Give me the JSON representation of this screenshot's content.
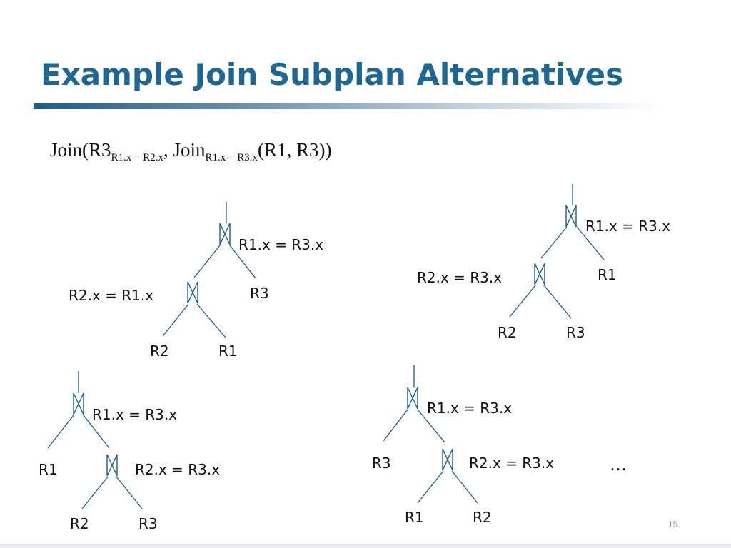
{
  "title": "Example Join Subplan Alternatives",
  "expression": {
    "p1": "Join(R3",
    "s1": "R1.x = R2.x",
    "p2": ", Join",
    "s2": "R1.x = R3.x",
    "p3": "(R1, R3))"
  },
  "trees": {
    "t1": {
      "top_pred": "R1.x = R3.x",
      "right_leaf": "R3",
      "inner_pred": "R2.x = R1.x",
      "ll": "R2",
      "lr": "R1"
    },
    "t2": {
      "top_pred": "R1.x = R3.x",
      "right_leaf": "R1",
      "inner_pred": "R2.x = R3.x",
      "ll": "R2",
      "lr": "R3"
    },
    "t3": {
      "top_pred": "R1.x = R3.x",
      "left_leaf": "R1",
      "inner_pred": "R2.x = R3.x",
      "ll": "R2",
      "lr": "R3"
    },
    "t4": {
      "top_pred": "R1.x = R3.x",
      "left_leaf": "R3",
      "inner_pred": "R2.x = R3.x",
      "ll": "R1",
      "lr": "R2"
    }
  },
  "ellipsis": "…",
  "page_number": "15",
  "colors": {
    "title": "#1f6793",
    "edges": "#1d5a90"
  }
}
